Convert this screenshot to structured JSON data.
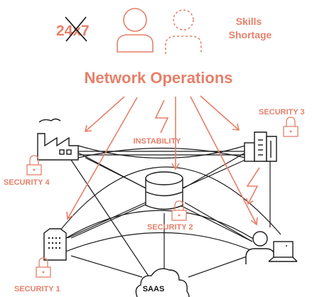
{
  "colors": {
    "accent": "#e5806a",
    "line": "#1a1a1a",
    "background": "#ffffff"
  },
  "header": {
    "availability": "24x7",
    "skills_shortage": [
      "Skills",
      "Shortage"
    ],
    "title": "Network Operations"
  },
  "labels": {
    "instability": "INSTABILITY",
    "security_1": "SECURITY 1",
    "security_2": "SECURITY 2",
    "security_3": "SECURITY 3",
    "security_4": "SECURITY 4",
    "saas": "SAAS"
  },
  "icons": [
    "person-icon",
    "person-dashed-icon",
    "factory-icon",
    "office-tower-icon",
    "skyscraper-icon",
    "database-icon",
    "laptop-user-icon",
    "cloud-icon",
    "lock-icon",
    "lightning-icon",
    "cross-out-mark"
  ]
}
